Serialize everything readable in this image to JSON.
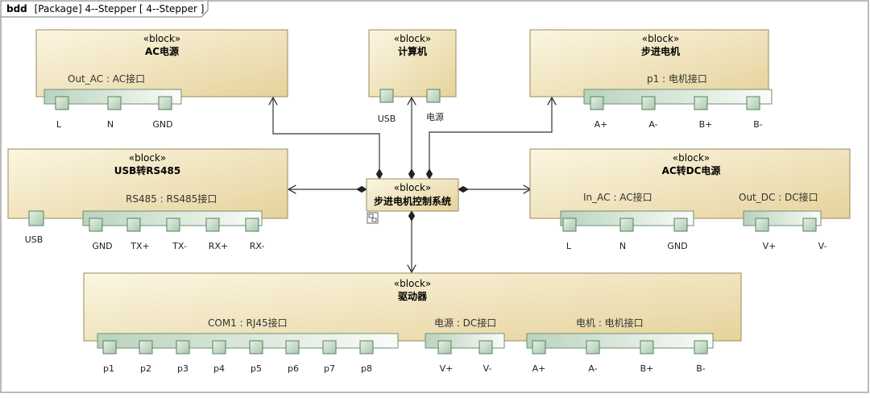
{
  "frame": {
    "keyword": "bdd",
    "title": "[Package] 4--Stepper [ 4--Stepper ]"
  },
  "stereotype": "«block»",
  "blocks": {
    "ac_power": {
      "name": "AC电源",
      "interfaces": [
        {
          "label": "Out_AC : AC接口",
          "ports": [
            "L",
            "N",
            "GND"
          ]
        }
      ]
    },
    "computer": {
      "name": "计算机",
      "ports": [
        "USB",
        "电源"
      ]
    },
    "stepper_motor": {
      "name": "步进电机",
      "interfaces": [
        {
          "label": "p1 : 电机接口",
          "ports": [
            "A+",
            "A-",
            "B+",
            "B-"
          ]
        }
      ]
    },
    "usb_rs485": {
      "name": "USB转RS485",
      "ports": [
        "USB"
      ],
      "interfaces": [
        {
          "label": "RS485 : RS485接口",
          "ports": [
            "GND",
            "TX+",
            "TX-",
            "RX+",
            "RX-"
          ]
        }
      ]
    },
    "control_system": {
      "name": "步进电机控制系统"
    },
    "ac_dc": {
      "name": "AC转DC电源",
      "interfaces": [
        {
          "label": "In_AC : AC接口",
          "ports": [
            "L",
            "N",
            "GND"
          ]
        },
        {
          "label": "Out_DC : DC接口",
          "ports": [
            "V+",
            "V-"
          ]
        }
      ]
    },
    "driver": {
      "name": "驱动器",
      "interfaces": [
        {
          "label": "COM1 : RJ45接口",
          "ports": [
            "p1",
            "p2",
            "p3",
            "p4",
            "p5",
            "p6",
            "p7",
            "p8"
          ]
        },
        {
          "label": "电源 : DC接口",
          "ports": [
            "V+",
            "V-"
          ]
        },
        {
          "label": "电机 : 电机接口",
          "ports": [
            "A+",
            "A-",
            "B+",
            "B-"
          ]
        }
      ]
    }
  }
}
